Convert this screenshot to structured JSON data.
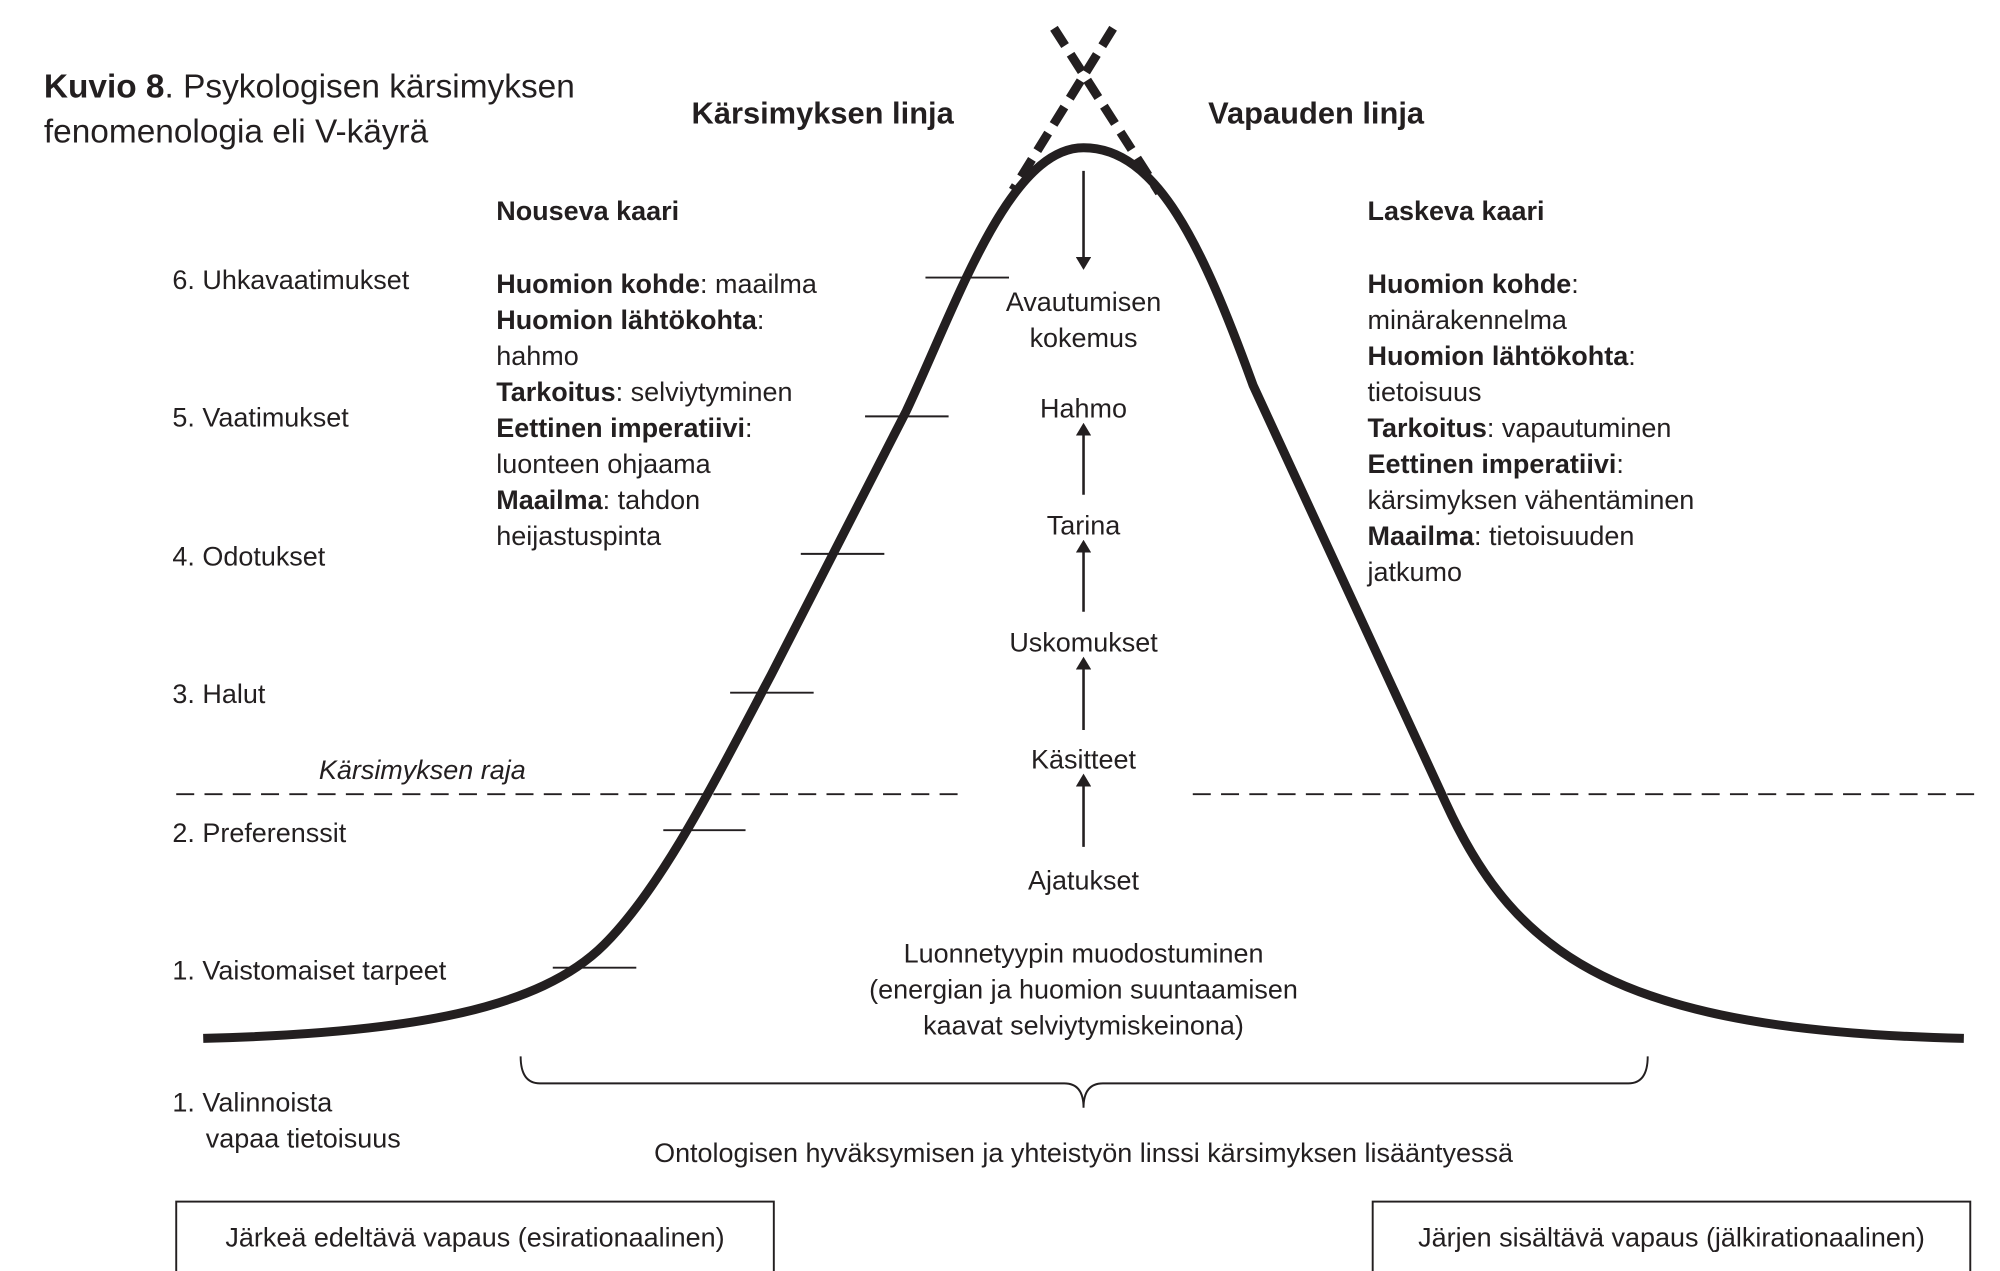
{
  "title": {
    "bold": "Kuvio 8",
    "rest": ". Psykologisen kärsimyksen",
    "line2": "fenomenologia eli V-käyrä"
  },
  "headers": {
    "left_line": "Kärsimyksen linja",
    "right_line": "Vapauden linja"
  },
  "levels": [
    "6. Uhkavaatimukset",
    "5. Vaatimukset",
    "4. Odotukset",
    "3. Halut",
    "2. Preferenssit",
    "1. Vaistomaiset tarpeet"
  ],
  "base_level": {
    "line1": "1. Valinnoista",
    "line2": "vapaa tietoisuus"
  },
  "threshold_label": "Kärsimyksen raja",
  "rising_arc": {
    "title": "Nouseva kaari",
    "lines": [
      {
        "bold": "Huomion kohde",
        "text": ": maailma"
      },
      {
        "bold": "Huomion lähtökohta",
        "text": ":"
      },
      {
        "bold": "",
        "text": "hahmo"
      },
      {
        "bold": "Tarkoitus",
        "text": ": selviytyminen"
      },
      {
        "bold": "Eettinen imperatiivi",
        "text": ":"
      },
      {
        "bold": "",
        "text": "luonteen ohjaama"
      },
      {
        "bold": "Maailma",
        "text": ": tahdon"
      },
      {
        "bold": "",
        "text": "heijastuspinta"
      }
    ]
  },
  "falling_arc": {
    "title": "Laskeva kaari",
    "lines": [
      {
        "bold": "Huomion kohde",
        "text": ":"
      },
      {
        "bold": "",
        "text": "minärakennelma"
      },
      {
        "bold": "Huomion lähtökohta",
        "text": ":"
      },
      {
        "bold": "",
        "text": "tietoisuus"
      },
      {
        "bold": "Tarkoitus",
        "text": ": vapautuminen"
      },
      {
        "bold": "Eettinen imperatiivi",
        "text": ":"
      },
      {
        "bold": "",
        "text": "kärsimyksen vähentäminen"
      },
      {
        "bold": "Maailma",
        "text": ": tietoisuuden"
      },
      {
        "bold": "",
        "text": "jatkumo"
      }
    ]
  },
  "center_stack": {
    "top": {
      "line1": "Avautumisen",
      "line2": "kokemus"
    },
    "steps": [
      "Hahmo",
      "Tarina",
      "Uskomukset",
      "Käsitteet",
      "Ajatukset"
    ]
  },
  "formation": {
    "line1": "Luonnetyypin muodostuminen",
    "line2": "(energian ja huomion suuntaamisen",
    "line3": "kaavat selviytymiskeinona)"
  },
  "lens_caption": "Ontologisen hyväksymisen ja yhteistyön linssi kärsimyksen lisääntyessä",
  "boxes": {
    "left": "Järkeä edeltävä vapaus (esirationaalinen)",
    "right": "Järjen sisältävä vapaus (jälkirationaalinen)"
  },
  "colors": {
    "ink": "#231f20",
    "background": "#ffffff"
  }
}
